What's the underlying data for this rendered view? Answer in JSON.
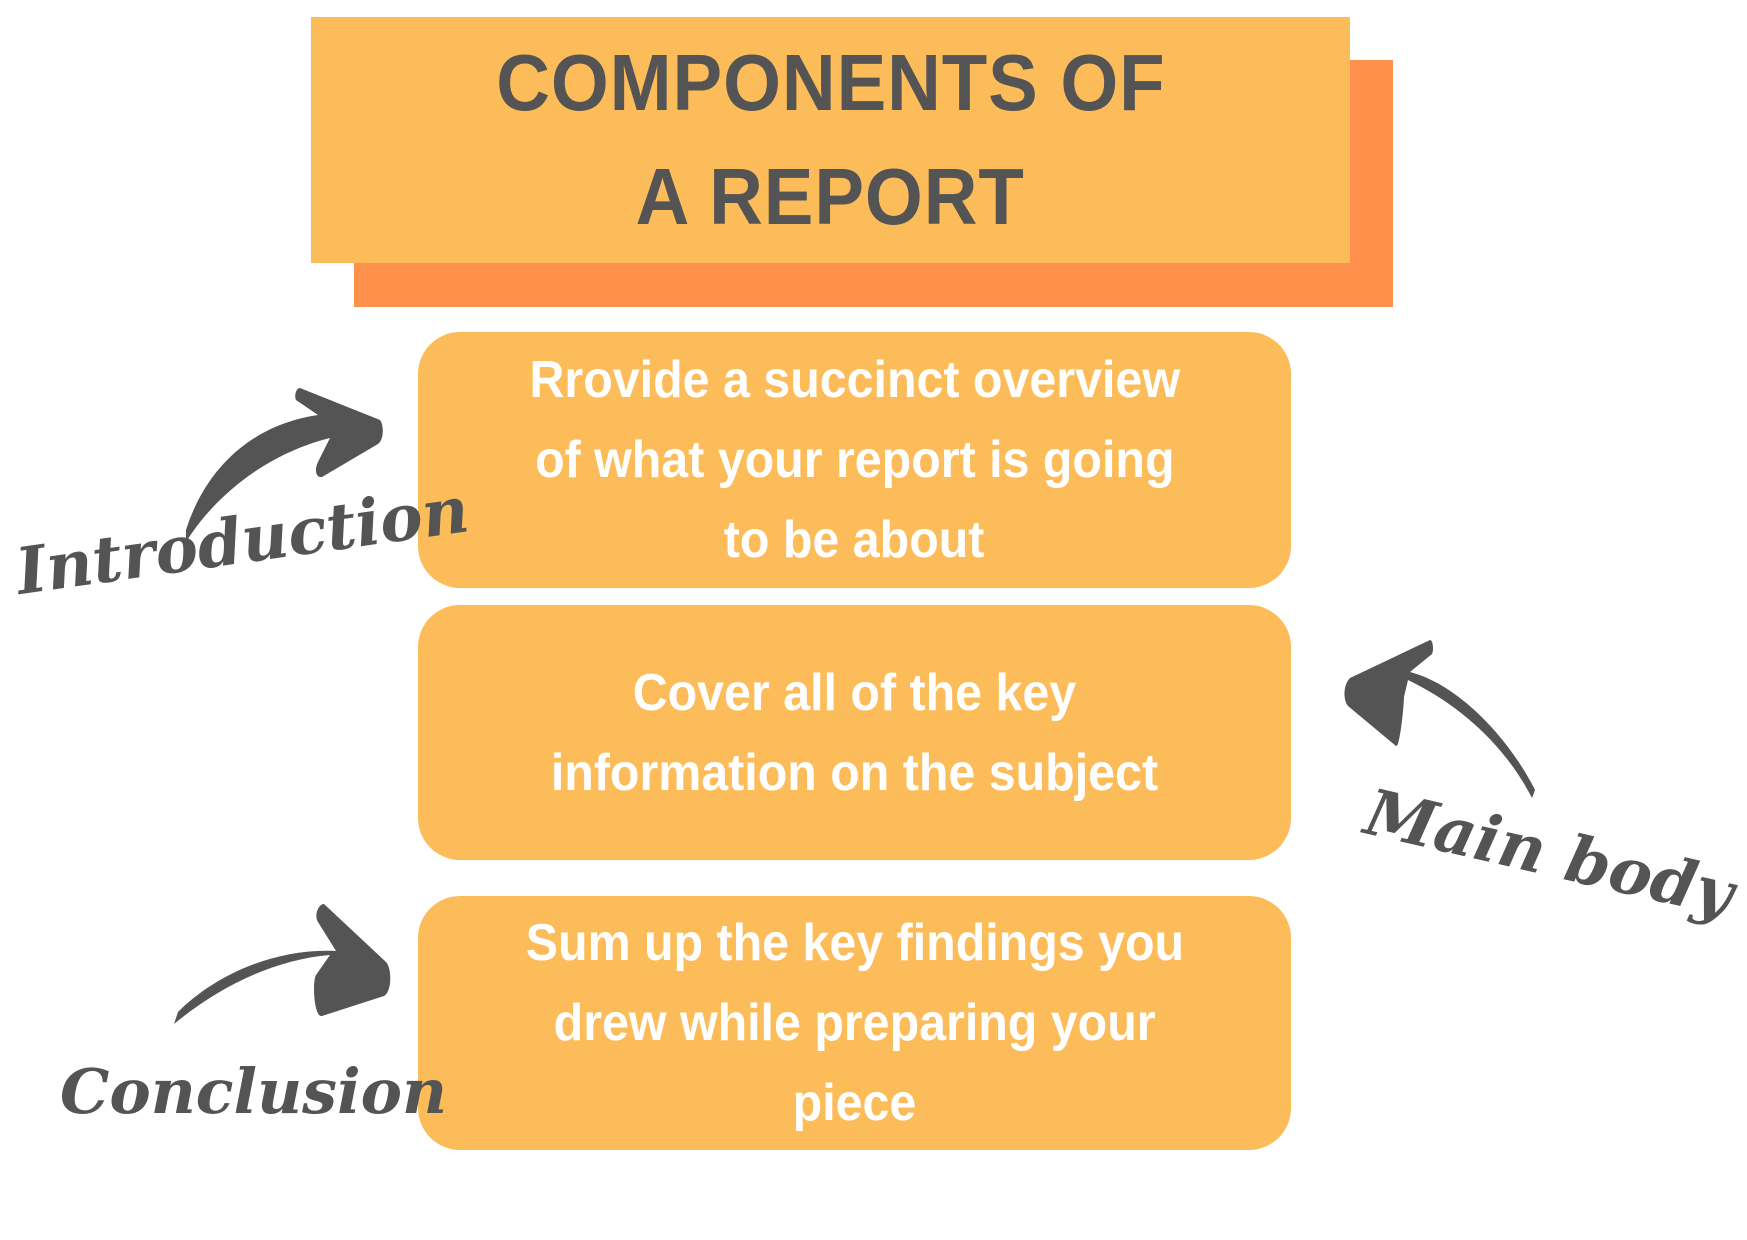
{
  "title": {
    "lines": [
      "COMPONENTS OF",
      "A REPORT"
    ]
  },
  "sections": [
    {
      "label": "Introduction",
      "lines": [
        "Rrovide a succinct overview",
        "of what your report is going",
        "to be about"
      ],
      "arrow_direction": "right"
    },
    {
      "label": "Main body",
      "lines": [
        "Cover all of the key",
        "information on the subject"
      ],
      "arrow_direction": "left"
    },
    {
      "label": "Conclusion",
      "lines": [
        "Sum up the key findings you",
        "drew while preparing your",
        "piece"
      ],
      "arrow_direction": "right"
    }
  ],
  "colors": {
    "box_fill": "#FDBC5A",
    "title_shadow": "#FF914D",
    "dark_text": "#545454",
    "box_text": "#FFFFFF",
    "background": "#FFFFFF"
  },
  "icons": {
    "intro_arrow": "curved-arrow-right-icon",
    "main_arrow": "curved-arrow-left-icon",
    "conclusion_arrow": "curved-arrow-right-icon"
  }
}
